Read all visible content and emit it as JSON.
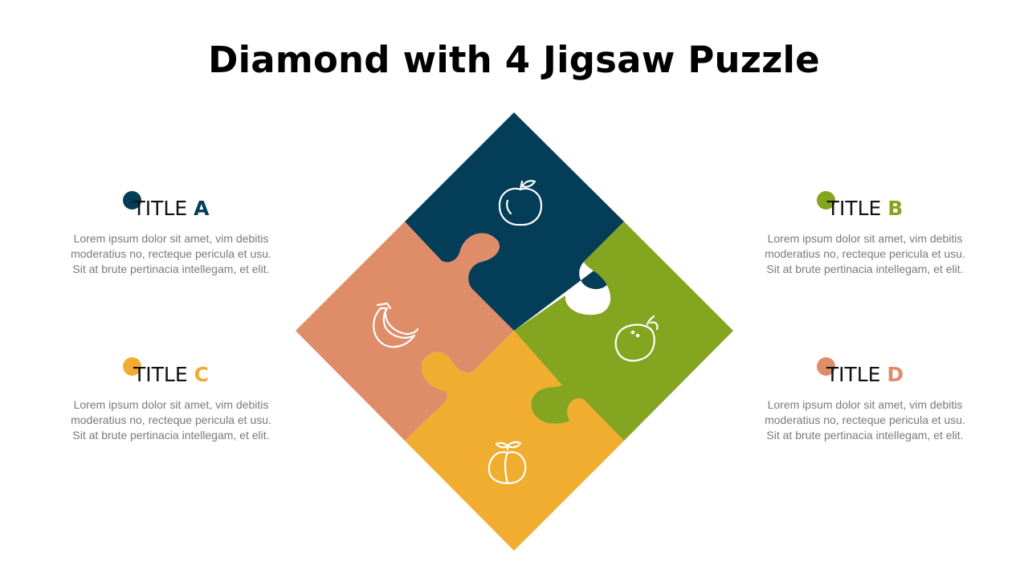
{
  "title": "Diamond with 4 Jigsaw Puzzle",
  "colors": {
    "navy": "#033d57",
    "green": "#84a51f",
    "salmon": "#df8d69",
    "yellow": "#f0ad2f"
  },
  "items": [
    {
      "prefix": "TITLE ",
      "letter": "A",
      "color": "#033d57",
      "text": "Lorem ipsum dolor sit amet, vim debitis\nmoderatius no, recteque pericula et usu.\nSit at brute pertinacia intellegam, et elit.",
      "icon": "apple-icon"
    },
    {
      "prefix": "TITLE ",
      "letter": "B",
      "color": "#84a51f",
      "text": "Lorem ipsum dolor sit amet, vim debitis\nmoderatius no, recteque pericula et usu.\nSit at brute pertinacia intellegam, et elit.",
      "icon": "lemon-icon"
    },
    {
      "prefix": "TITLE ",
      "letter": "C",
      "color": "#f0ad2f",
      "text": "Lorem ipsum dolor sit amet, vim debitis\nmoderatius no, recteque pericula et usu.\nSit at brute pertinacia intellegam, et elit.",
      "icon": "peach-icon"
    },
    {
      "prefix": "TITLE ",
      "letter": "D",
      "color": "#df8d69",
      "text": "Lorem ipsum dolor sit amet, vim debitis\nmoderatius no, recteque pericula et usu.\nSit at brute pertinacia intellegam, et elit.",
      "icon": "banana-icon"
    }
  ]
}
